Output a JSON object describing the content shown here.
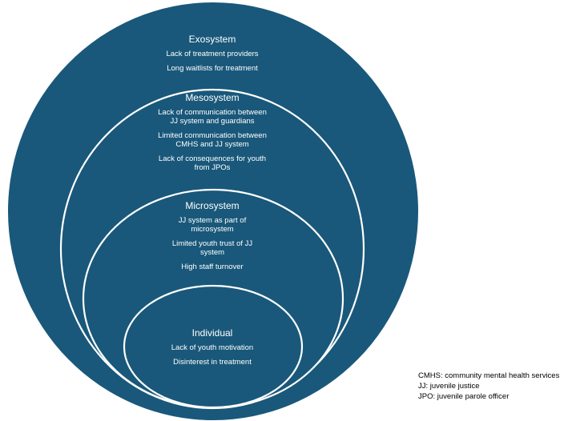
{
  "exosystem": {
    "title": "Exosystem",
    "factors": [
      "Lack of treatment providers",
      "Long waitlists for treatment"
    ]
  },
  "mesosystem": {
    "title": "Mesosystem",
    "factors": [
      "Lack of communication between JJ system and guardians",
      "Limited communication between CMHS and JJ system",
      "Lack of consequences for youth from JPOs"
    ]
  },
  "microsystem": {
    "title": "Microsystem",
    "factors": [
      "JJ system as part of microsystem",
      "Limited youth trust of JJ system",
      "High staff turnover"
    ]
  },
  "individual": {
    "title": "Individual",
    "factors": [
      "Lack of youth motivation",
      "Disinterest in treatment"
    ]
  },
  "legend": [
    "CMHS: community mental health services",
    "JJ: juvenile justice",
    "JPO: juvenile parole officer"
  ],
  "colors": {
    "ring_fill": "#19587a",
    "ring_stroke": "#ffffff",
    "text": "#ffffff"
  }
}
